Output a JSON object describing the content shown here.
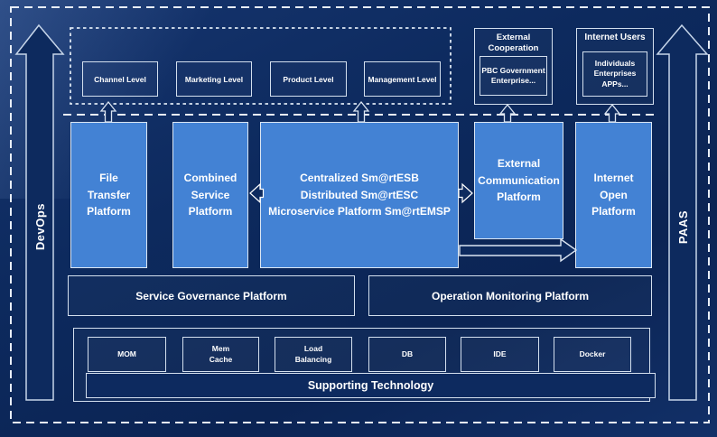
{
  "rails": {
    "devops": "DevOps",
    "paas": "PAAS"
  },
  "levels_band": {
    "items": [
      "Channel Level",
      "Marketing Level",
      "Product Level",
      "Management Level"
    ]
  },
  "external_cooperation": {
    "title": "External\nCooperation",
    "members": "PBC Government\nEnterprise..."
  },
  "internet_users": {
    "title": "Internet Users",
    "members": "Individuals\nEnterprises\nAPPs..."
  },
  "platforms": {
    "file_transfer": "File\nTransfer\nPlatform",
    "combined_service": "Combined\nService\nPlatform",
    "esb": "Centralized Sm@rtESB\nDistributed Sm@rtESC\nMicroservice Platform Sm@rtEMSP",
    "external_communication": "External\nCommunication\nPlatform",
    "internet_open": "Internet\nOpen\nPlatform"
  },
  "management_row": {
    "service_governance": "Service Governance Platform",
    "operation_monitoring": "Operation Monitoring Platform"
  },
  "technology": {
    "items": [
      "MOM",
      "Mem\nCache",
      "Load\nBalancing",
      "DB",
      "IDE",
      "Docker"
    ],
    "bar": "Supporting Technology"
  },
  "colors": {
    "background": "#0d2a5e",
    "platform_blue": "#4382d4",
    "box_border": "#d6e1ef",
    "dashed_line": "#e8eef7",
    "text": "#ffffff"
  }
}
